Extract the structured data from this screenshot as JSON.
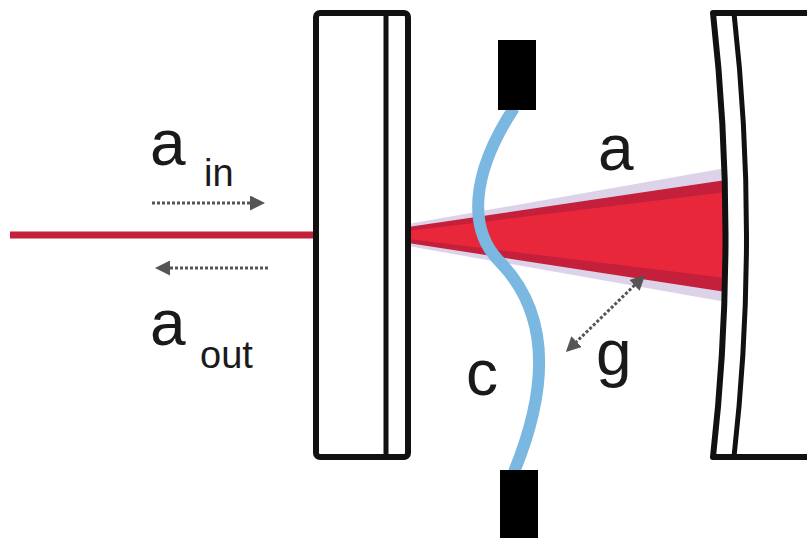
{
  "diagram": {
    "labels": [
      "a",
      "in",
      "a",
      "out",
      "a",
      "c",
      "g"
    ]
  }
}
